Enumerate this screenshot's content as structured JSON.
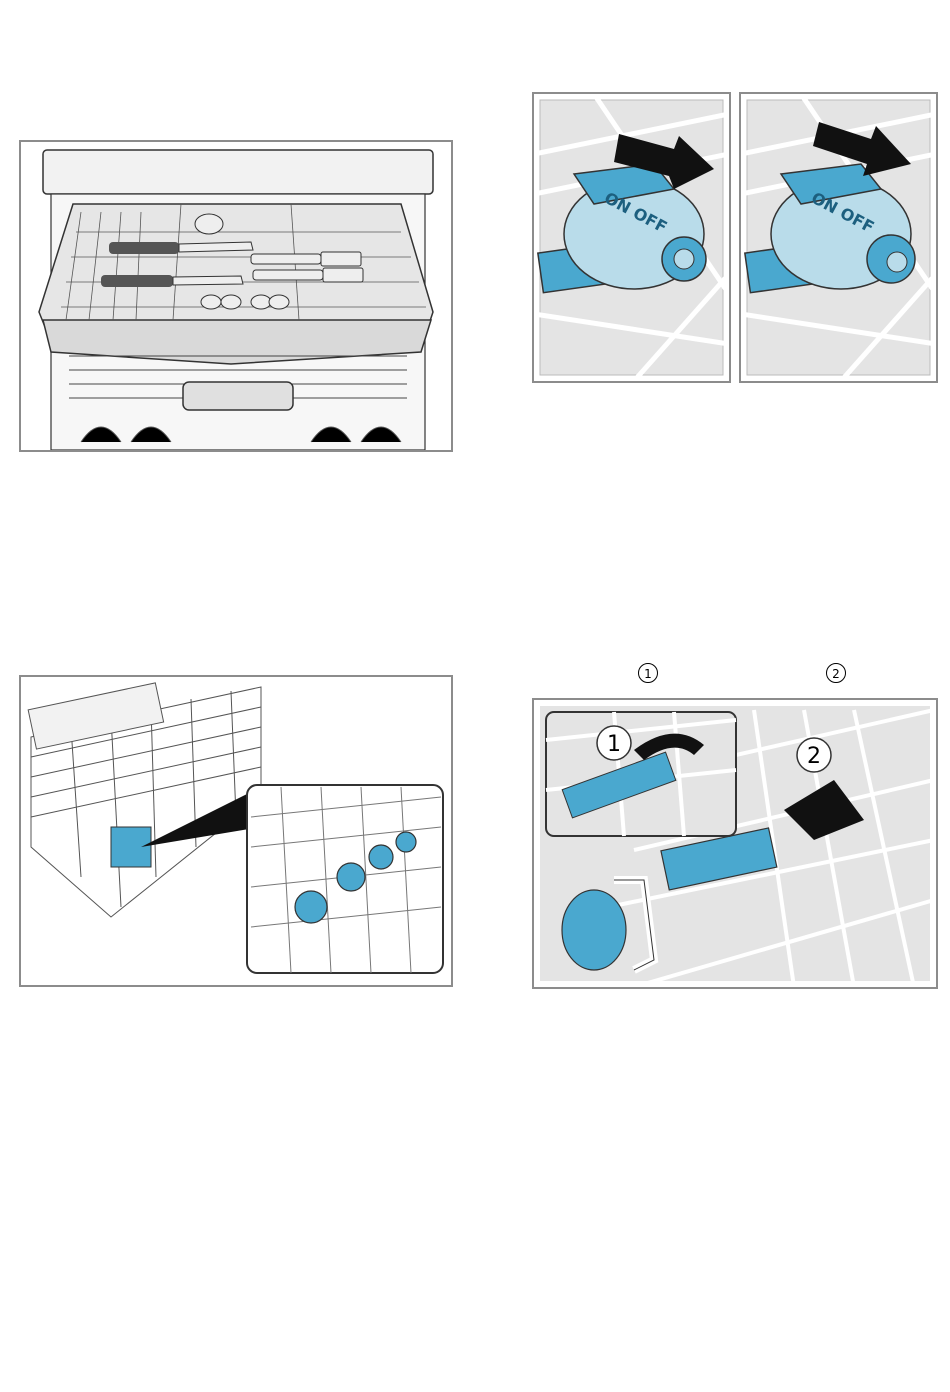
{
  "figures": {
    "cutlery_drawer": {
      "name": "cutlery-drawer-figure"
    },
    "on_off_switch": {
      "on_off_label": "ON OFF"
    },
    "rack_detail": {
      "name": "upper-rack-detail-figure"
    },
    "rack_removal": {
      "step1": "1",
      "step2": "2"
    }
  },
  "callouts": {
    "label1": "1",
    "label2": "2"
  },
  "colors": {
    "accent_blue": "#4aa8cf",
    "light_blue": "#b9dcea",
    "frame_gray": "#8c8c8c",
    "panel_gray": "#d9d9d9"
  }
}
